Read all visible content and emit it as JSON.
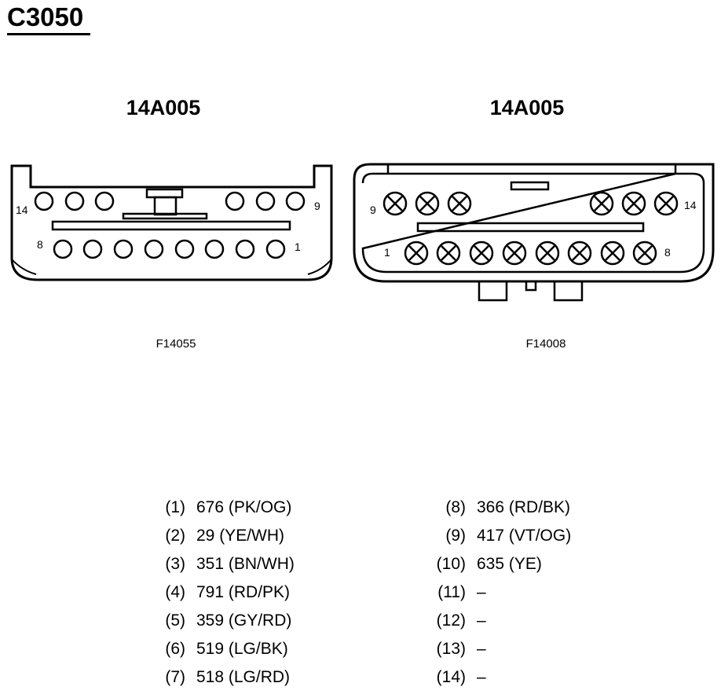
{
  "title": "C3050",
  "connectors": [
    {
      "name": "14A005",
      "figure_id": "F14055"
    },
    {
      "name": "14A005",
      "figure_id": "F14008"
    }
  ],
  "pin_labels": {
    "left": {
      "top_left": "14",
      "top_right": "9",
      "bottom_left": "8",
      "bottom_right": "1"
    },
    "right": {
      "top_left": "9",
      "top_right": "14",
      "bottom_left": "1",
      "bottom_right": "8"
    }
  },
  "pinout": {
    "left_column": [
      {
        "pin": "(1)",
        "wire": "676 (PK/OG)"
      },
      {
        "pin": "(2)",
        "wire": "29 (YE/WH)"
      },
      {
        "pin": "(3)",
        "wire": "351 (BN/WH)"
      },
      {
        "pin": "(4)",
        "wire": "791 (RD/PK)"
      },
      {
        "pin": "(5)",
        "wire": "359 (GY/RD)"
      },
      {
        "pin": "(6)",
        "wire": "519 (LG/BK)"
      },
      {
        "pin": "(7)",
        "wire": "518 (LG/RD)"
      }
    ],
    "right_column": [
      {
        "pin": "(8)",
        "wire": "366 (RD/BK)"
      },
      {
        "pin": "(9)",
        "wire": "417 (VT/OG)"
      },
      {
        "pin": "(10)",
        "wire": "635 (YE)"
      },
      {
        "pin": "(11)",
        "wire": "–"
      },
      {
        "pin": "(12)",
        "wire": "–"
      },
      {
        "pin": "(13)",
        "wire": "–"
      },
      {
        "pin": "(14)",
        "wire": "–"
      }
    ]
  }
}
